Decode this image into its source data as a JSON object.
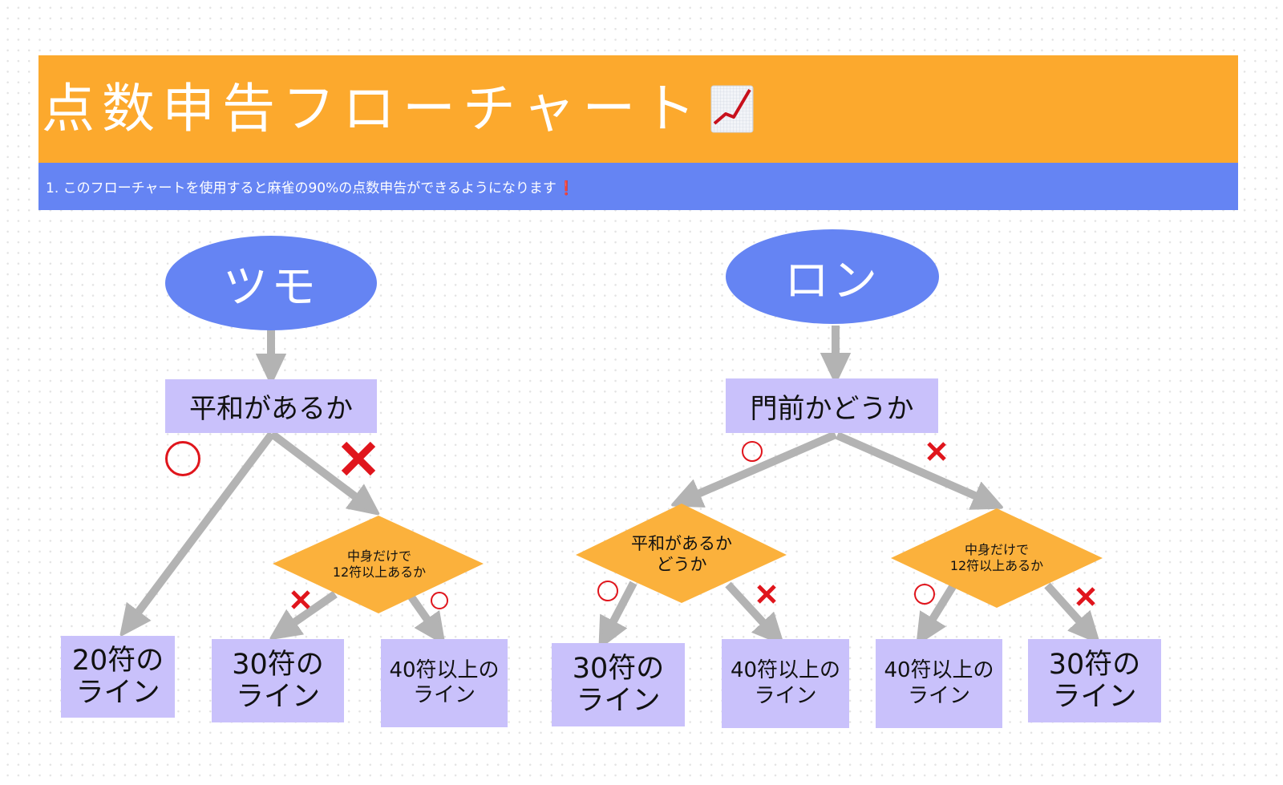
{
  "header": {
    "title": "点数申告フローチャート",
    "title_icon": "chart-increasing-icon",
    "subtitle": "1. このフローチャートを使用すると麻雀の90%の点数申告ができるようになります",
    "subtitle_mark": "❗"
  },
  "colors": {
    "title_bar": "#fca92d",
    "sub_bar": "#6584f3",
    "start_node": "#6584f3",
    "box_node": "#c9c1fb",
    "decision_node": "#fbb13c",
    "arrow": "#b3b3b3",
    "mark": "#e0151c"
  },
  "tsumo": {
    "start": "ツモ",
    "question": "平和があるか",
    "yes_mark": "○",
    "no_mark": "×",
    "yes_result": {
      "line1": "20符の",
      "line2": "ライン"
    },
    "decision": {
      "line1": "中身だけで",
      "line2": "12符以上あるか"
    },
    "decision_no_mark": "×",
    "decision_yes_mark": "○",
    "decision_no_result": {
      "line1": "30符の",
      "line2": "ライン"
    },
    "decision_yes_result": {
      "line1": "40符以上の",
      "line2": "ライン"
    }
  },
  "ron": {
    "start": "ロン",
    "question": "門前かどうか",
    "yes_mark": "○",
    "no_mark": "×",
    "yes_decision": {
      "line1": "平和があるか",
      "line2": "どうか"
    },
    "yes_decision_yes_mark": "○",
    "yes_decision_no_mark": "×",
    "yes_decision_yes_result": {
      "line1": "30符の",
      "line2": "ライン"
    },
    "yes_decision_no_result": {
      "line1": "40符以上の",
      "line2": "ライン"
    },
    "no_decision": {
      "line1": "中身だけで",
      "line2": "12符以上あるか"
    },
    "no_decision_yes_mark": "○",
    "no_decision_no_mark": "×",
    "no_decision_yes_result": {
      "line1": "40符以上の",
      "line2": "ライン"
    },
    "no_decision_no_result": {
      "line1": "30符の",
      "line2": "ライン"
    }
  }
}
